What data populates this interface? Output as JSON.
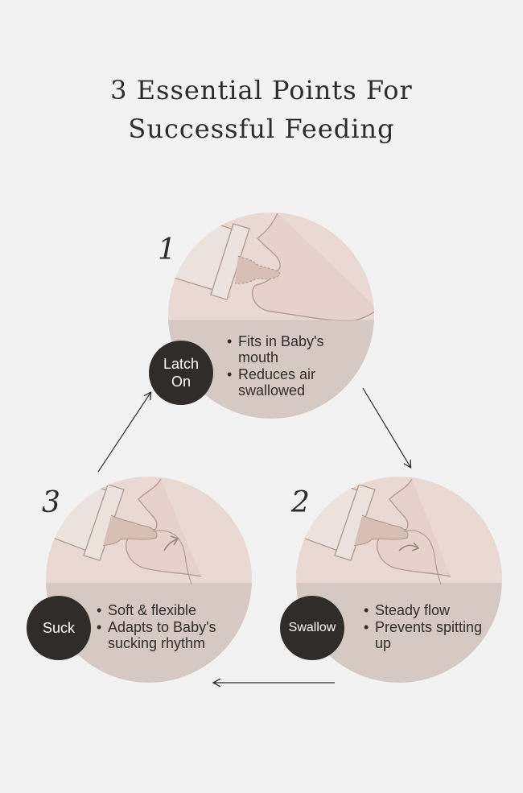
{
  "title": {
    "line1": "3 Essential Points For",
    "line2": "Successful Feeding"
  },
  "colors": {
    "background": "#f2f2f2",
    "circle_top": "#ead9d3",
    "circle_bottom": "#d6c8c2",
    "bottle": "#ece3df",
    "outline": "#b39c90",
    "badge": "#2f2c2a",
    "text": "#2e2c2b"
  },
  "steps": [
    {
      "number": "1",
      "badge": "Latch On",
      "points": [
        "Fits in Baby's mouth",
        "Reduces air swallowed"
      ]
    },
    {
      "number": "2",
      "badge": "Swallow",
      "points": [
        "Steady flow",
        "Prevents spitting up"
      ]
    },
    {
      "number": "3",
      "badge": "Suck",
      "points": [
        "Soft & flexible",
        "Adapts to Baby's sucking rhythm"
      ]
    }
  ]
}
